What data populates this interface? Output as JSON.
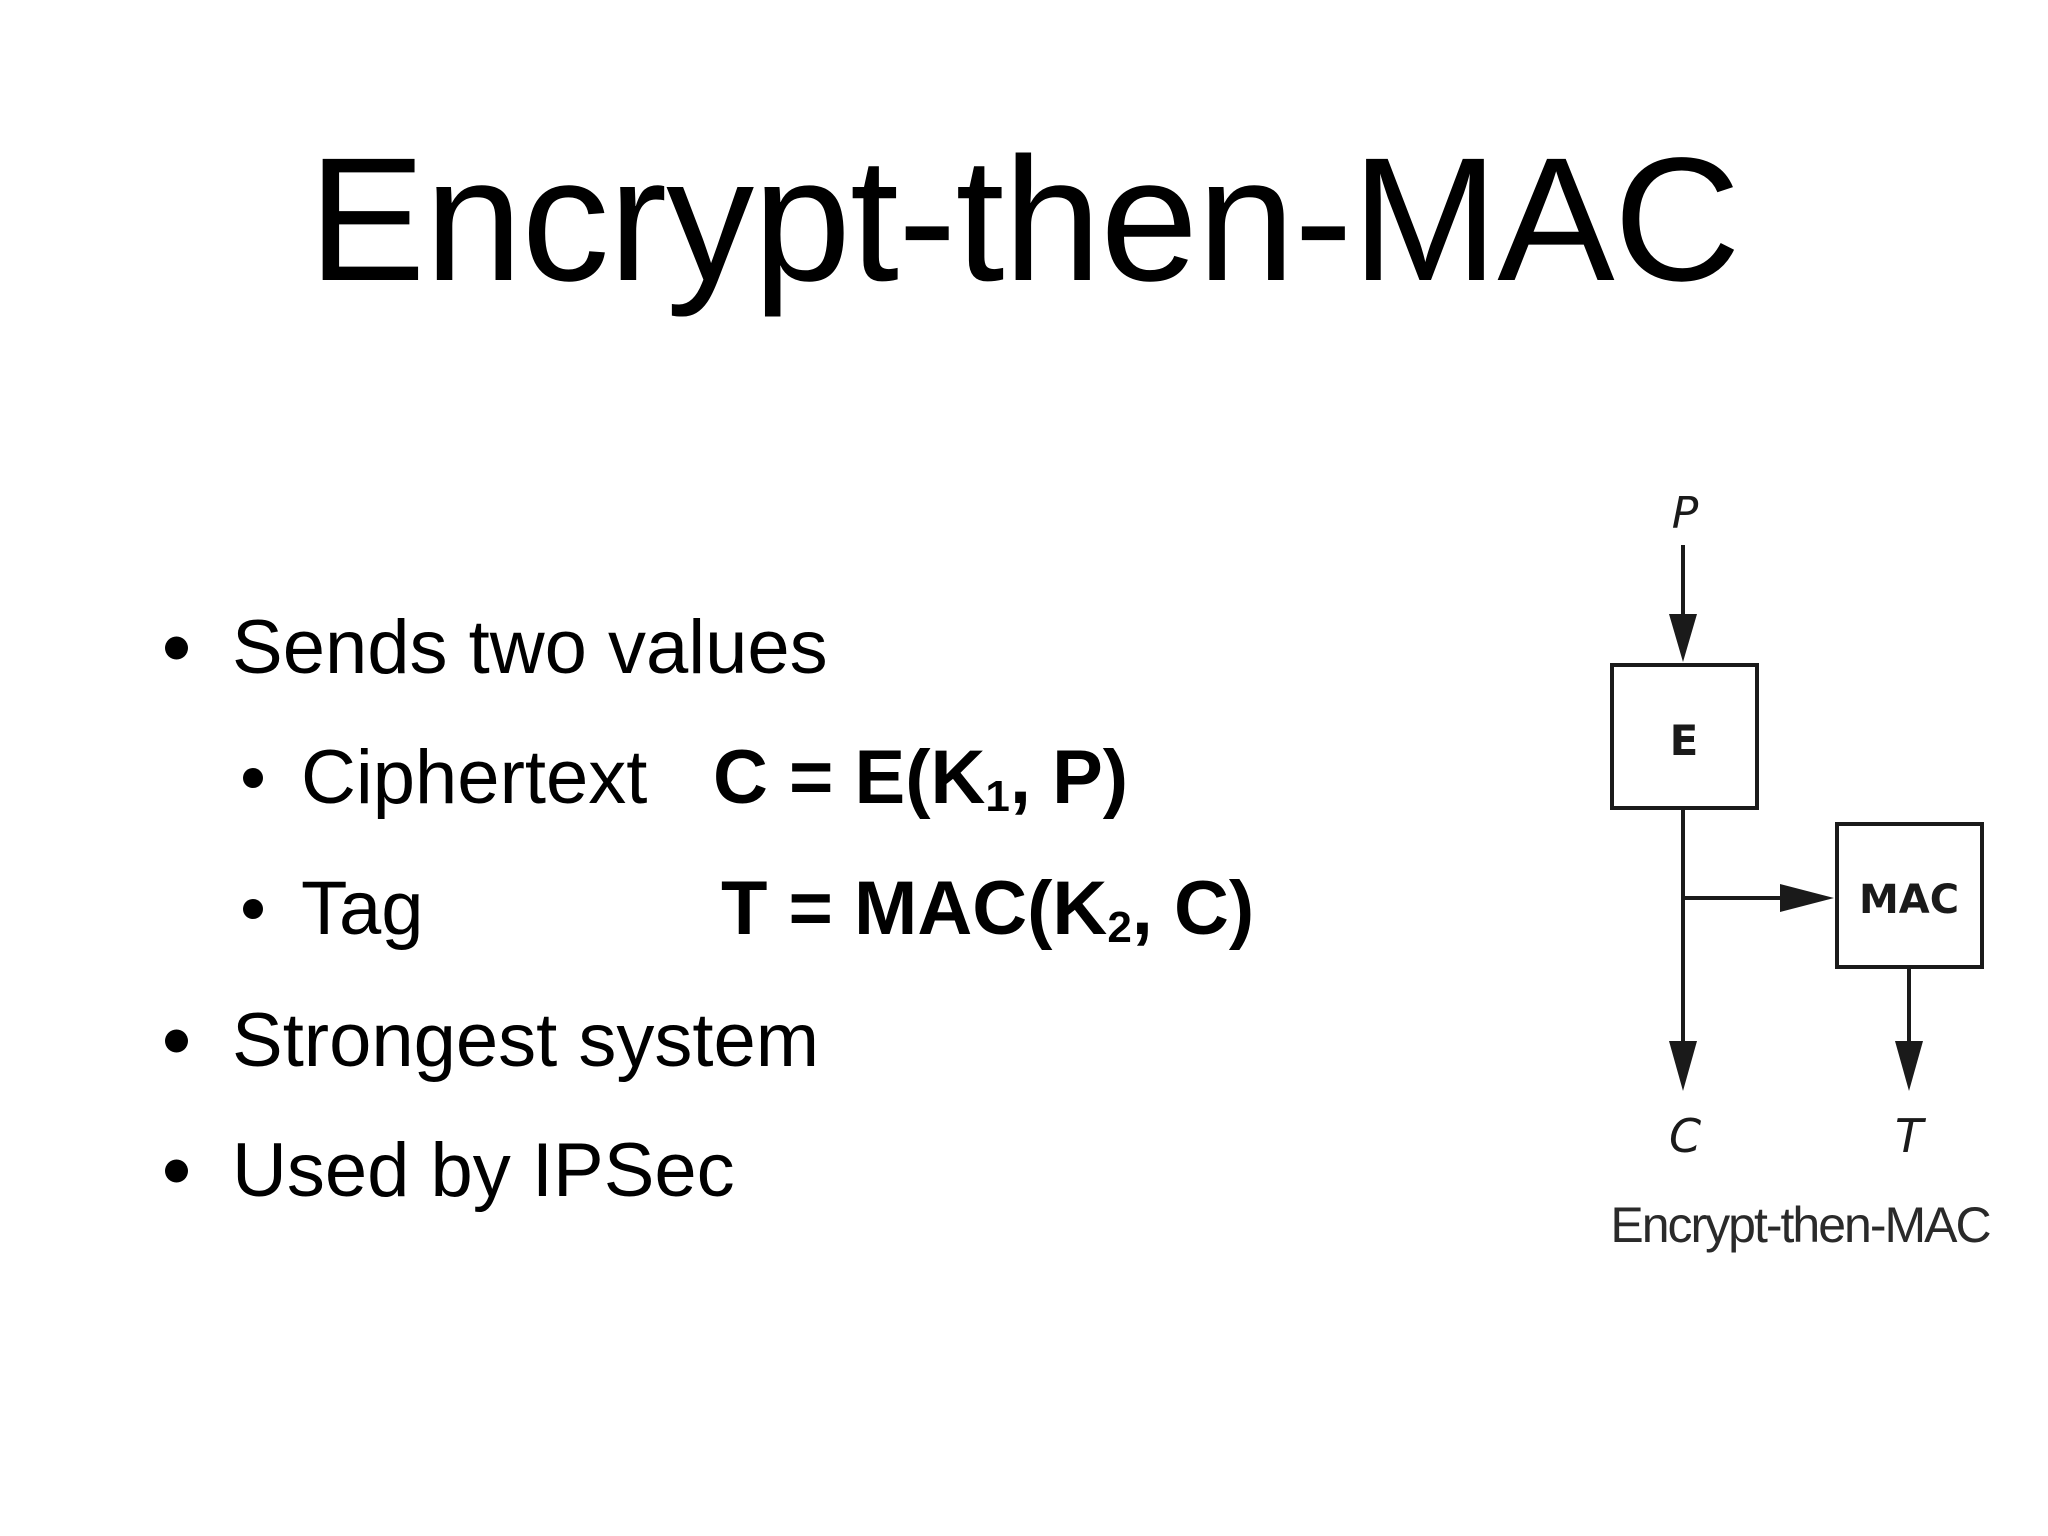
{
  "slide": {
    "title": "Encrypt-then-MAC"
  },
  "bullets": [
    {
      "text": "Sends two values"
    },
    {
      "label": "Ciphertext",
      "formula_prefix": "C = E(K",
      "formula_sub": "1",
      "formula_suffix": ", P)"
    },
    {
      "label": "Tag",
      "formula_prefix": "T = MAC(K",
      "formula_sub": "2",
      "formula_suffix": ", C)"
    },
    {
      "text": "Strongest system"
    },
    {
      "text": "Used by IPSec"
    }
  ],
  "diagram": {
    "input_label": "P",
    "encrypt_box_label": "E",
    "mac_box_label": "MAC",
    "output_c_label": "C",
    "output_t_label": "T",
    "caption": "Encrypt-then-MAC"
  }
}
